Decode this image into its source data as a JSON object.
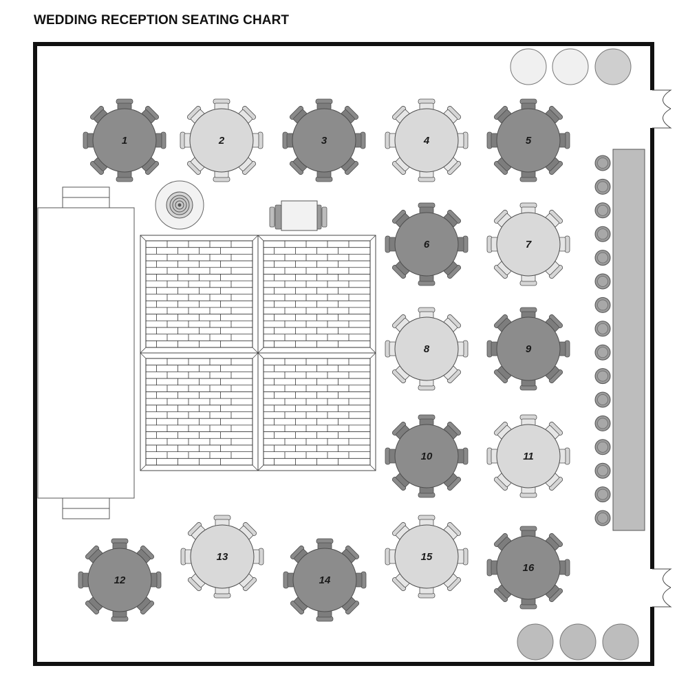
{
  "title": "WEDDING RECEPTION SEATING CHART",
  "colors": {
    "dark_table": "#8c8c8c",
    "light_table": "#d9d9d9",
    "dark_chair": "#8a8a8a",
    "light_chair": "#d6d6d6",
    "outline": "#4d4d4d",
    "wall": "#111111",
    "bar": "#bdbdbd",
    "stool": "#9a9a9a",
    "furniture": "#f2f2f2"
  },
  "tables": [
    {
      "label": "1",
      "shade": "dark"
    },
    {
      "label": "2",
      "shade": "light"
    },
    {
      "label": "3",
      "shade": "dark"
    },
    {
      "label": "4",
      "shade": "light"
    },
    {
      "label": "5",
      "shade": "dark"
    },
    {
      "label": "6",
      "shade": "dark"
    },
    {
      "label": "7",
      "shade": "light"
    },
    {
      "label": "8",
      "shade": "light"
    },
    {
      "label": "9",
      "shade": "dark"
    },
    {
      "label": "10",
      "shade": "dark"
    },
    {
      "label": "11",
      "shade": "light"
    },
    {
      "label": "12",
      "shade": "dark"
    },
    {
      "label": "13",
      "shade": "light"
    },
    {
      "label": "14",
      "shade": "dark"
    },
    {
      "label": "15",
      "shade": "light"
    },
    {
      "label": "16",
      "shade": "dark"
    }
  ],
  "chairs_per_table": 8,
  "cocktail_tables": [
    {
      "shade": "lightest"
    },
    {
      "shade": "lightest"
    },
    {
      "shade": "light"
    },
    {
      "shade": "medium"
    },
    {
      "shade": "medium"
    },
    {
      "shade": "medium"
    }
  ],
  "bar_stools": 16,
  "dance_floor_panels": 4
}
